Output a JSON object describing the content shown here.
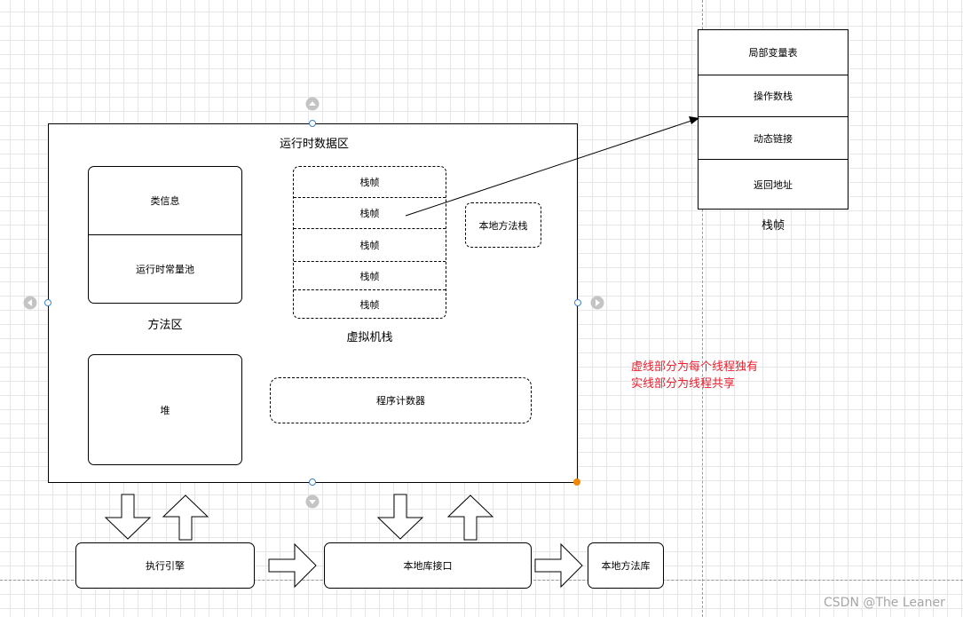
{
  "runtime_area": {
    "title": "运行时数据区",
    "method_area": {
      "class_info": "类信息",
      "constant_pool": "运行时常量池",
      "label": "方法区"
    },
    "heap": "堆",
    "vm_stack": {
      "frames": [
        "栈帧",
        "栈帧",
        "栈帧",
        "栈帧",
        "栈帧"
      ],
      "label": "虚拟机栈"
    },
    "native_method_stack": "本地方法栈",
    "program_counter": "程序计数器"
  },
  "stack_frame": {
    "rows": [
      "局部变量表",
      "操作数栈",
      "动态链接",
      "返回地址"
    ],
    "label": "栈帧"
  },
  "bottom": {
    "execution_engine": "执行引擎",
    "native_interface": "本地库接口",
    "native_library": "本地方法库"
  },
  "note": {
    "line1": "虚线部分为每个线程独有",
    "line2": "实线部分为线程共享",
    "color": "#e8202f"
  },
  "watermark": "CSDN @The Leaner"
}
